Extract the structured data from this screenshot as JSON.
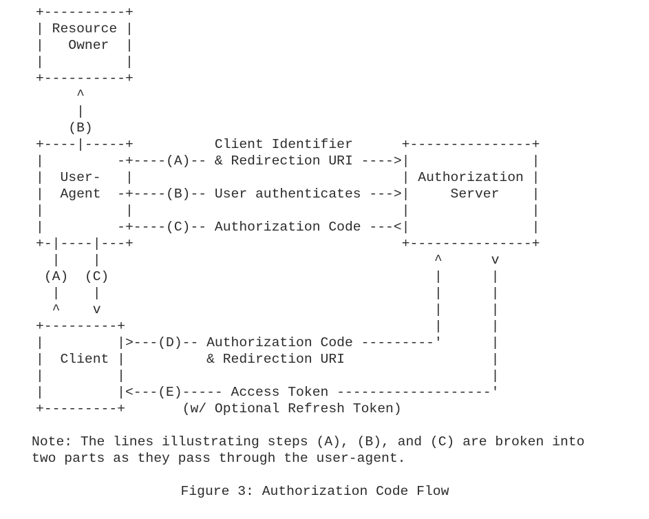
{
  "diagram": {
    "ascii_lines": [
      "+----------+",
      "| Resource |",
      "|   Owner  |",
      "|          |",
      "+----------+",
      "     ^",
      "     |",
      "    (B)",
      "+----|-----+          Client Identifier      +---------------+",
      "|         -+----(A)-- & Redirection URI ---->|               |",
      "|  User-   |                                 | Authorization |",
      "|  Agent  -+----(B)-- User authenticates --->|     Server    |",
      "|          |                                 |               |",
      "|         -+----(C)-- Authorization Code ---<|               |",
      "+-|----|---+                                 +---------------+",
      "  |    |                                         ^      v",
      " (A)  (C)                                        |      |",
      "  |    |                                         |      |",
      "  ^    v                                         |      |",
      "+---------+                                      |      |",
      "|         |>---(D)-- Authorization Code ---------'      |",
      "|  Client |          & Redirection URI                  |",
      "|         |                                             |",
      "|         |<---(E)----- Access Token -------------------'",
      "+---------+       (w/ Optional Refresh Token)"
    ],
    "note_lines": [
      "Note: The lines illustrating steps (A), (B), and (C) are broken into",
      "two parts as they pass through the user-agent."
    ],
    "caption": "Figure 3: Authorization Code Flow"
  }
}
